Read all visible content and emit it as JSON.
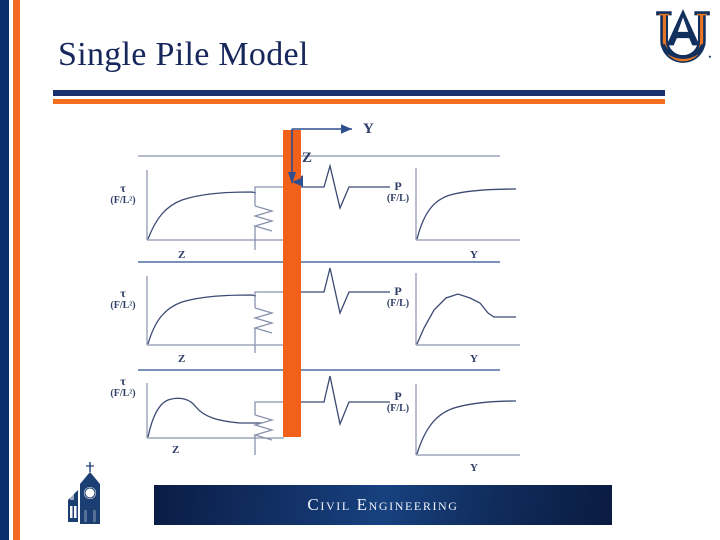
{
  "slide": {
    "title": "Single Pile Model",
    "accent_navy": "#17275c",
    "accent_orange": "#f2701d",
    "pile_color": "#f2611a"
  },
  "logo": {
    "name": "auburn-au-logo",
    "alt": "AU",
    "navy": "#12305e",
    "orange": "#e87722"
  },
  "footer": {
    "banner_text": "Civil Engineering",
    "tower_logo_name": "samford-hall-tower-logo"
  },
  "diagram": {
    "axis_Y": "Y",
    "axis_Z": "Z",
    "rows": [
      {
        "left": {
          "sym": "τ",
          "dim": "(F/L²)",
          "xlabel": "Z",
          "curve": "hardening"
        },
        "right": {
          "sym": "P",
          "dim": "(F/L)",
          "xlabel": "Y",
          "curve": "hardening"
        }
      },
      {
        "left": {
          "sym": "τ",
          "dim": "(F/L²)",
          "xlabel": "Z",
          "curve": "hardening"
        },
        "right": {
          "sym": "P",
          "dim": "(F/L)",
          "xlabel": "Y",
          "curve": "peak-softening"
        }
      },
      {
        "left": {
          "sym": "τ",
          "dim": "(F/L²)",
          "xlabel": "Z",
          "curve": "peak-softening"
        },
        "right": {
          "sym": "P",
          "dim": "(F/L)",
          "xlabel": "Y",
          "curve": "hardening"
        }
      }
    ]
  },
  "chart_data": {
    "type": "line",
    "title": "Single Pile Model",
    "description": "Soil-pile interaction springs: t-z (skin friction) curves on the left, p-y (lateral resistance) curves on the right, at three depths along the pile.",
    "panels": [
      {
        "id": "tz-1",
        "row": 1,
        "side": "left",
        "ylabel": "τ",
        "yunits": "(F/L²)",
        "xlabel": "Z",
        "shape": "hyperbolic hardening, plateau",
        "x": [
          0,
          0.05,
          0.12,
          0.22,
          0.35,
          0.5,
          0.65,
          0.8,
          1.0
        ],
        "y": [
          0,
          0.4,
          0.62,
          0.76,
          0.85,
          0.9,
          0.92,
          0.92,
          0.91
        ]
      },
      {
        "id": "py-1",
        "row": 1,
        "side": "right",
        "ylabel": "P",
        "yunits": "(F/L)",
        "xlabel": "Y",
        "shape": "hyperbolic hardening, plateau",
        "x": [
          0,
          0.05,
          0.12,
          0.22,
          0.35,
          0.5,
          0.7,
          0.85,
          1.0
        ],
        "y": [
          0,
          0.42,
          0.66,
          0.8,
          0.88,
          0.92,
          0.94,
          0.94,
          0.93
        ]
      },
      {
        "id": "tz-2",
        "row": 2,
        "side": "left",
        "ylabel": "τ",
        "yunits": "(F/L²)",
        "xlabel": "Z",
        "shape": "hyperbolic hardening, plateau",
        "x": [
          0,
          0.05,
          0.12,
          0.22,
          0.35,
          0.5,
          0.65,
          0.8,
          1.0
        ],
        "y": [
          0,
          0.44,
          0.66,
          0.79,
          0.87,
          0.91,
          0.93,
          0.93,
          0.92
        ]
      },
      {
        "id": "py-2",
        "row": 2,
        "side": "right",
        "ylabel": "P",
        "yunits": "(F/L)",
        "xlabel": "Y",
        "shape": "peak then softening to residual plateau",
        "x": [
          0,
          0.1,
          0.22,
          0.33,
          0.42,
          0.55,
          0.65,
          0.8,
          1.0
        ],
        "y": [
          0,
          0.45,
          0.78,
          0.92,
          0.88,
          0.8,
          0.62,
          0.6,
          0.6
        ]
      },
      {
        "id": "tz-3",
        "row": 3,
        "side": "left",
        "ylabel": "τ",
        "yunits": "(F/L²)",
        "xlabel": "Z",
        "shape": "peak then softening to residual plateau",
        "x": [
          0,
          0.06,
          0.14,
          0.24,
          0.34,
          0.48,
          0.62,
          0.8,
          1.0
        ],
        "y": [
          0,
          0.55,
          0.78,
          0.86,
          0.76,
          0.62,
          0.55,
          0.52,
          0.52
        ]
      },
      {
        "id": "py-3",
        "row": 3,
        "side": "right",
        "ylabel": "P",
        "yunits": "(F/L)",
        "xlabel": "Y",
        "shape": "hyperbolic hardening, plateau",
        "x": [
          0,
          0.06,
          0.14,
          0.26,
          0.4,
          0.55,
          0.72,
          0.88,
          1.0
        ],
        "y": [
          0,
          0.38,
          0.6,
          0.75,
          0.84,
          0.89,
          0.92,
          0.93,
          0.92
        ]
      }
    ],
    "grid": false,
    "legend": "none"
  }
}
